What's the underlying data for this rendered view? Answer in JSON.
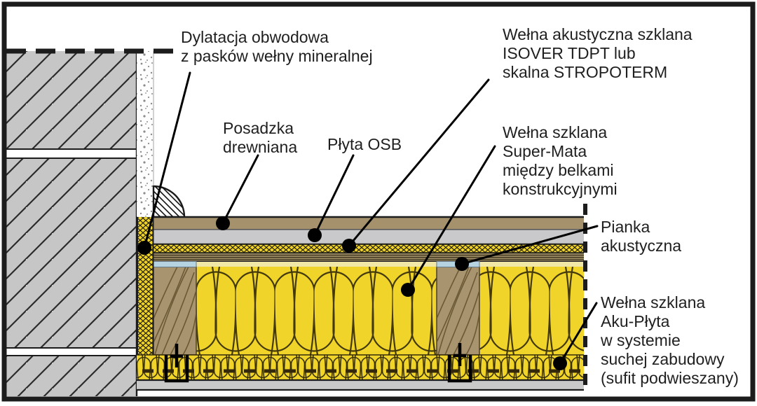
{
  "labels": {
    "dylatacja": {
      "lines": [
        "Dylatacja obwodowa",
        "z pasków wełny mineralnej"
      ]
    },
    "posadzka": {
      "lines": [
        "Posadzka",
        "drewniana"
      ]
    },
    "osb": {
      "lines": [
        "Płyta OSB"
      ]
    },
    "isover": {
      "lines": [
        "Wełna akustyczna szklana",
        "ISOVER TDPT lub",
        "skalna STROPOTERM"
      ]
    },
    "supermata": {
      "lines": [
        "Wełna szklana",
        "Super-Mata",
        "między belkami",
        "konstrukcyjnymi"
      ]
    },
    "pianka": {
      "lines": [
        "Pianka",
        "akustyczna"
      ]
    },
    "akuplyta": {
      "lines": [
        "Wełna szklana",
        "Aku-Płyta",
        "w systemie",
        "suchej zabudowy",
        "(sufit podwieszany)"
      ]
    }
  },
  "colors": {
    "text": "#1f1f1f",
    "ink": "#1c1c1c",
    "wall": "#c6c6c6",
    "hatch": "#2b2b2b",
    "speckle": "#8b8b8b",
    "wood": "#a5916c",
    "osb": "#c9c9cb",
    "wool": "#f0d429",
    "woolLine": "#44390b",
    "board": "#9f8d68",
    "boardLine": "#473e24",
    "cream": "#f1e7a6",
    "foam": "#b5d3e0",
    "beam": "#a8946e",
    "grain": "#6b5936",
    "ceiling": "#c9c9c9"
  }
}
